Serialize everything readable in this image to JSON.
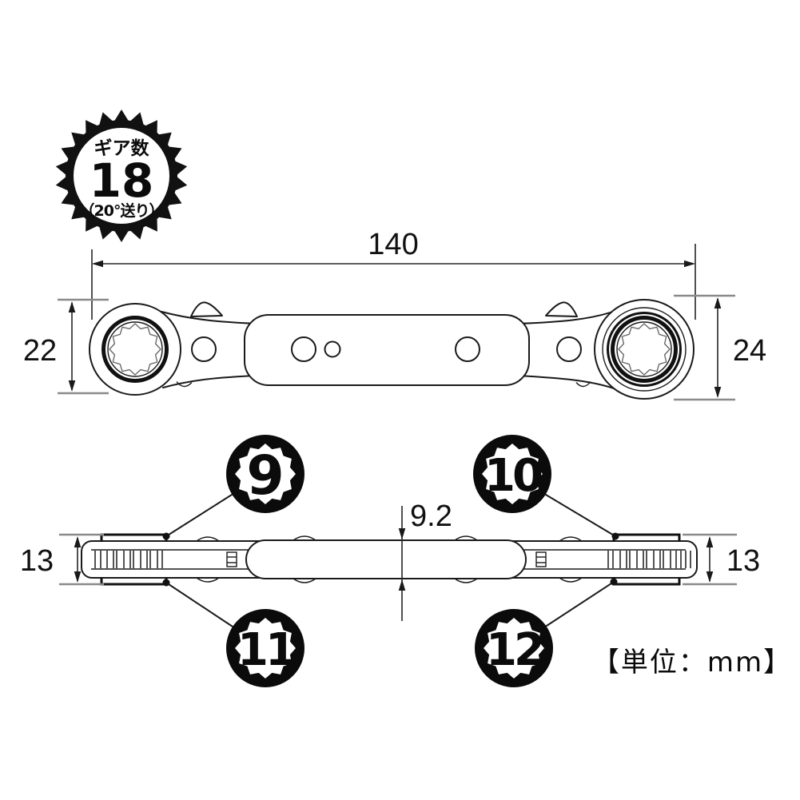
{
  "gear_badge": {
    "label_top": "ギア数",
    "gear_count": "18",
    "label_bottom": "（20°送り）"
  },
  "top_view": {
    "overall_length": "140",
    "left_head_width": "22",
    "right_head_width": "24"
  },
  "side_view": {
    "handle_thickness": "9.2",
    "left_head_thickness": "13",
    "right_head_thickness": "13"
  },
  "callouts": {
    "top_left_socket": "9",
    "top_right_socket": "10",
    "bottom_left_socket": "11",
    "bottom_right_socket": "12"
  },
  "unit_label": "【単位：mm】",
  "colors": {
    "line": "#1a1a1a",
    "tick_gray": "#8a8a8a",
    "background": "#ffffff"
  }
}
